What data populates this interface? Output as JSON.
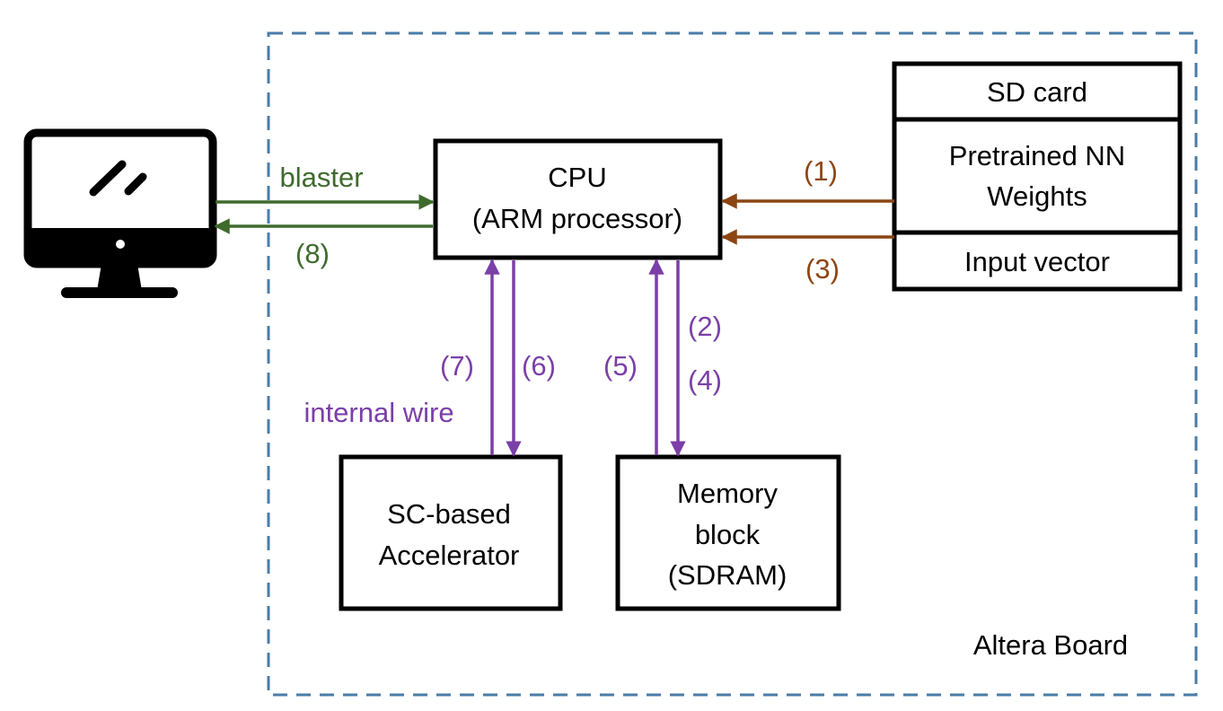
{
  "board": {
    "label": "Altera Board",
    "border_color": "#4a7ca8"
  },
  "computer": {
    "icon": "desktop-monitor-icon"
  },
  "cpu": {
    "line1": "CPU",
    "line2": "(ARM processor)"
  },
  "sd_card": {
    "title": "SD card",
    "weights_line1": "Pretrained NN",
    "weights_line2": "Weights",
    "input": "Input vector"
  },
  "accelerator": {
    "line1": "SC-based",
    "line2": "Accelerator"
  },
  "memory": {
    "line1": "Memory",
    "line2": "block",
    "line3": "(SDRAM)"
  },
  "links": {
    "blaster": {
      "label": "blaster",
      "color": "#3f6a2e"
    },
    "internal_wire": {
      "label": "internal wire",
      "color": "#7b3fa8"
    },
    "sd_color": "#8b4513"
  },
  "steps": {
    "s1": "(1)",
    "s2": "(2)",
    "s3": "(3)",
    "s4": "(4)",
    "s5": "(5)",
    "s6": "(6)",
    "s7": "(7)",
    "s8": "(8)"
  }
}
